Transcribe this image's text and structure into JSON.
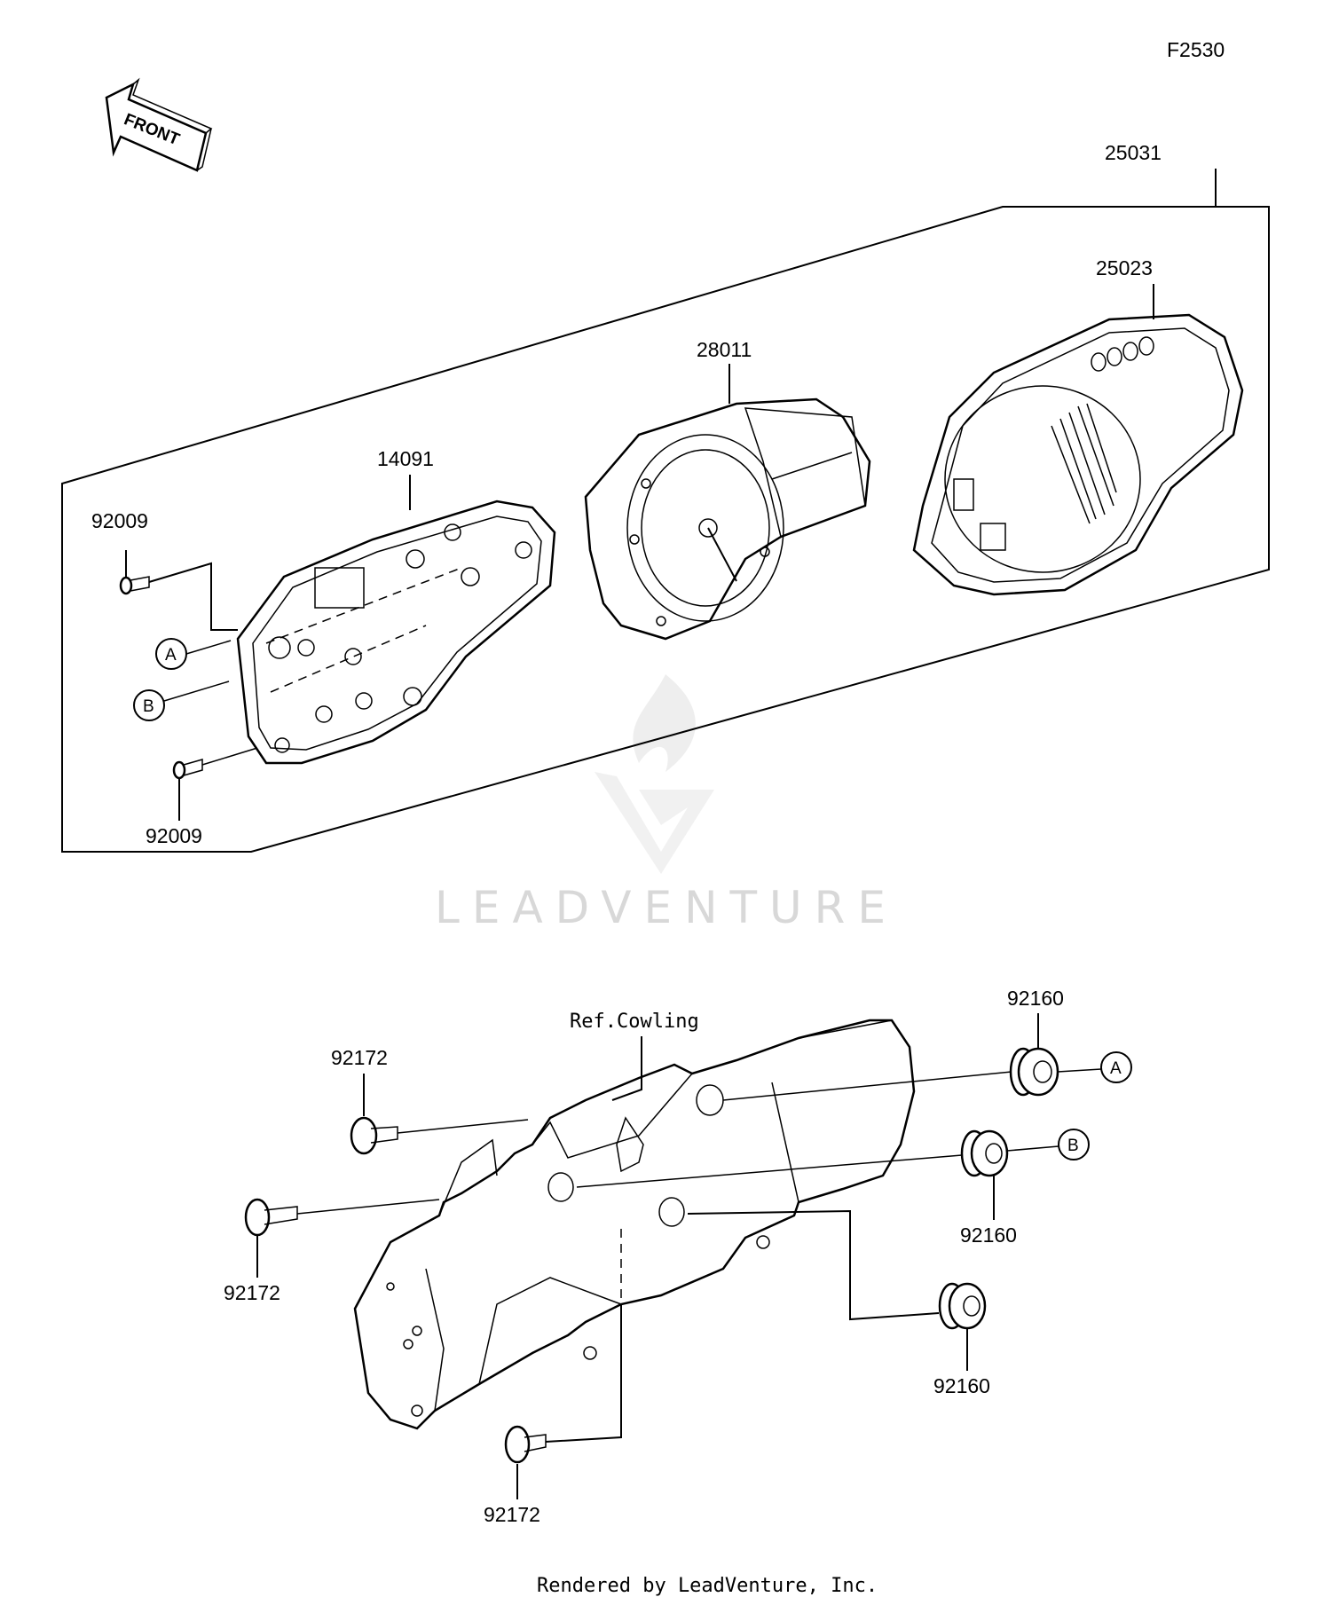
{
  "diagram_code": "F2530",
  "front_arrow_label": "FRONT",
  "callouts": {
    "a": "A",
    "b": "B"
  },
  "parts": {
    "p25031": "25031",
    "p25023": "25023",
    "p28011": "28011",
    "p14091": "14091",
    "p92009_top": "92009",
    "p92009_bottom": "92009",
    "ref_cowling": "Ref.Cowling",
    "p92172_top": "92172",
    "p92172_mid": "92172",
    "p92172_bottom": "92172",
    "p92160_top": "92160",
    "p92160_mid": "92160",
    "p92160_bottom": "92160"
  },
  "watermark": "LEADVENTURE",
  "footer": "Rendered by LeadVenture, Inc."
}
